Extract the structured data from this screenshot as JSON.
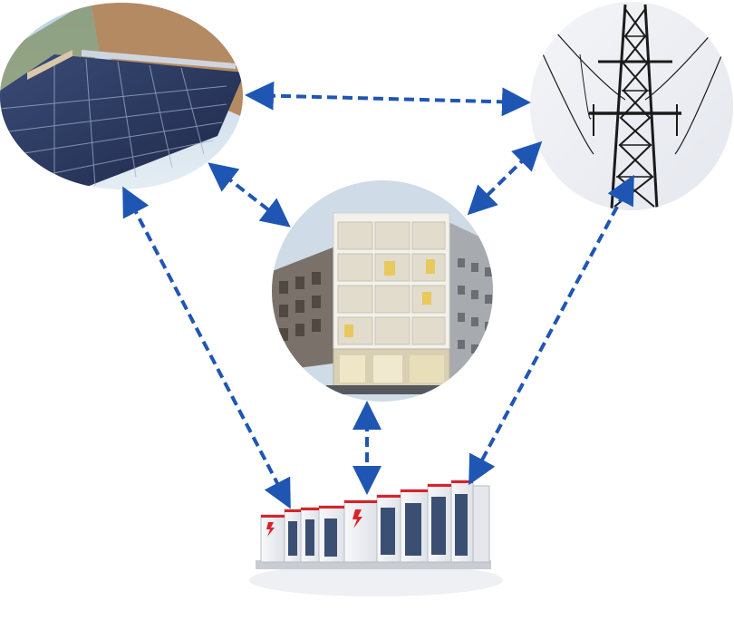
{
  "diagram": {
    "type": "energy-flow-network",
    "nodes": [
      {
        "id": "solar",
        "icon": "solar-panel-icon"
      },
      {
        "id": "grid",
        "icon": "transmission-tower-icon"
      },
      {
        "id": "building",
        "icon": "building-icon"
      },
      {
        "id": "storage",
        "icon": "battery-storage-icon"
      }
    ],
    "links": [
      {
        "from": "solar",
        "to": "grid",
        "style": "dashed-bidirectional"
      },
      {
        "from": "solar",
        "to": "building",
        "style": "dashed-bidirectional"
      },
      {
        "from": "grid",
        "to": "building",
        "style": "dashed-bidirectional"
      },
      {
        "from": "solar",
        "to": "storage",
        "style": "dashed-bidirectional"
      },
      {
        "from": "grid",
        "to": "storage",
        "style": "dashed-bidirectional"
      },
      {
        "from": "building",
        "to": "storage",
        "style": "dashed-bidirectional"
      }
    ],
    "colors": {
      "arrow": "#1f56b3",
      "sky": "#c9d9e6",
      "panel": "#27355a",
      "tower": "#1b1b1b",
      "battery_red": "#d8232a",
      "cabinet": "#e9ebef"
    }
  }
}
